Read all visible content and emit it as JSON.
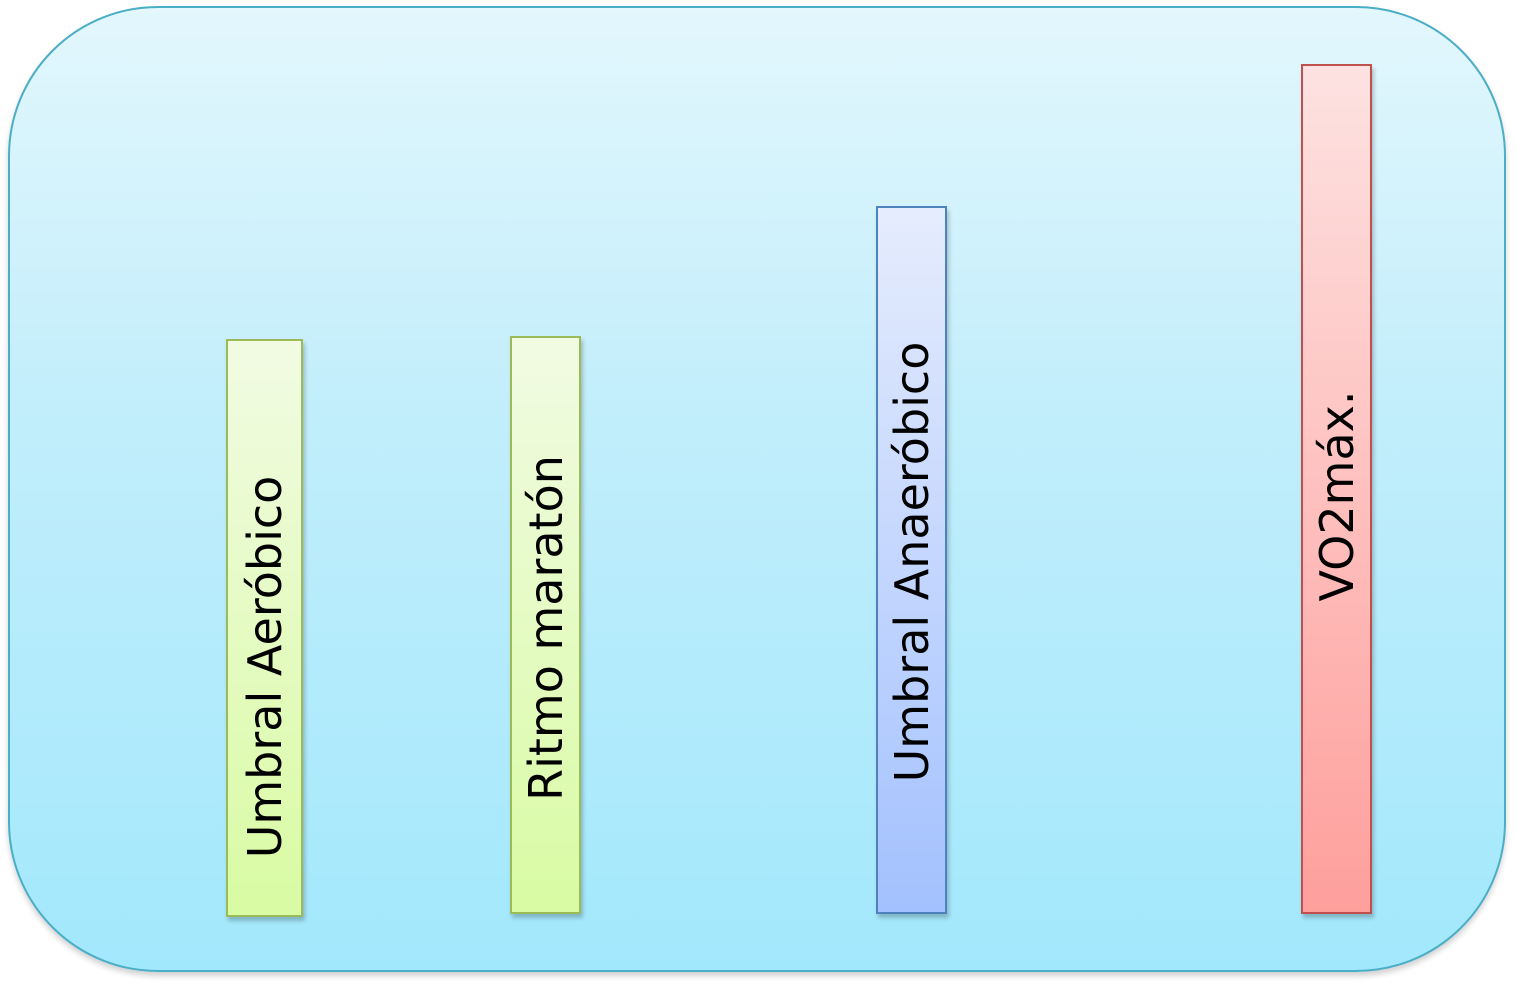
{
  "diagram": {
    "colors": {
      "panel_border": "#4aaec6",
      "panel_fill": "#a2e8fc",
      "green_bar": "#d9fba3",
      "blue_bar": "#a3c1fe",
      "red_bar": "#fe9f9c"
    },
    "bars": [
      {
        "label": "Umbral Aeróbico",
        "color": "green"
      },
      {
        "label": "Ritmo maratón",
        "color": "green"
      },
      {
        "label": "Umbral Anaeróbico",
        "color": "blue"
      },
      {
        "label": "VO2máx.",
        "color": "red"
      }
    ]
  }
}
